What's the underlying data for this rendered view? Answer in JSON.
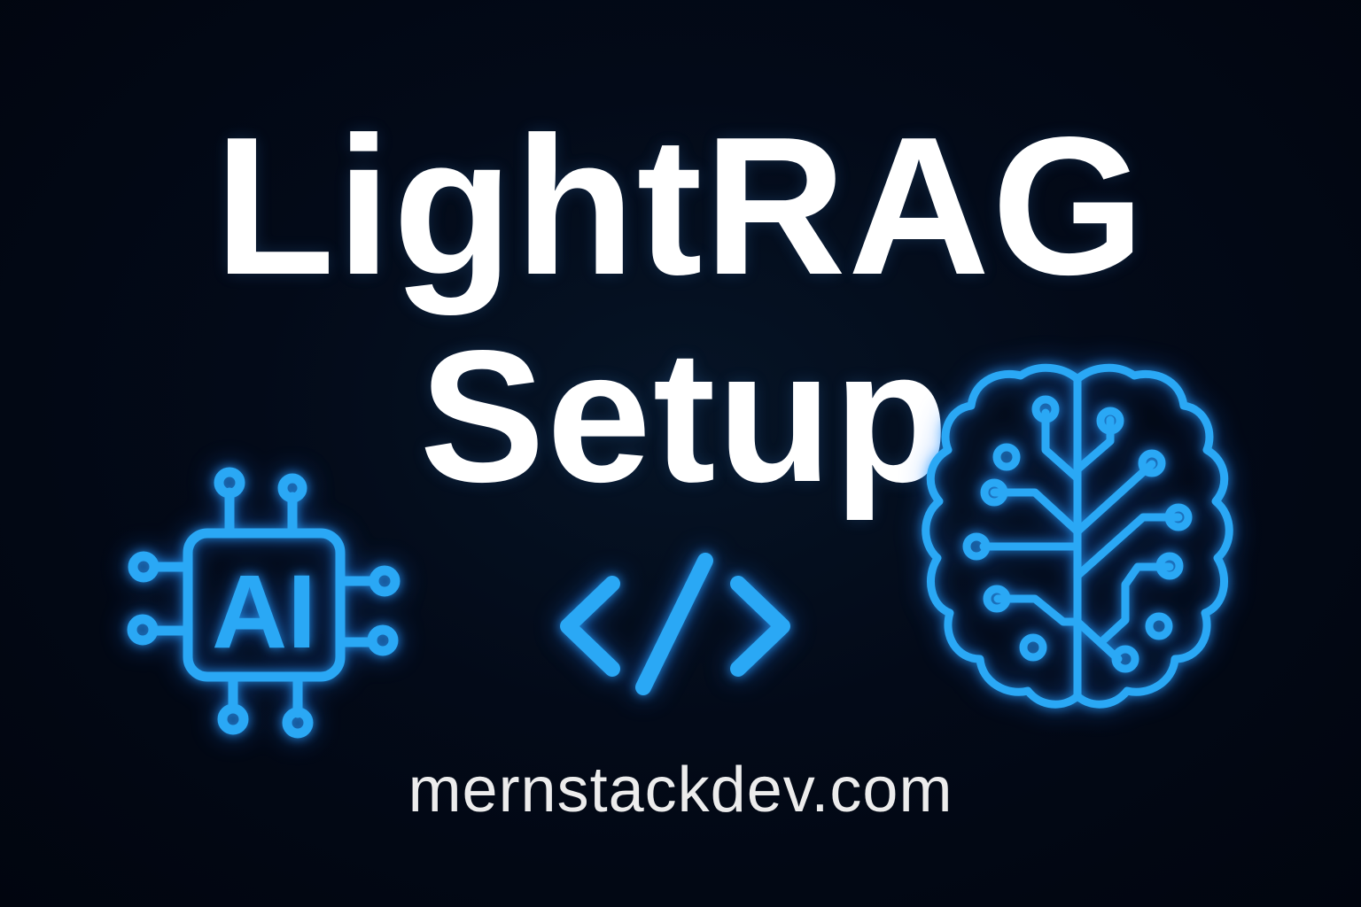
{
  "title": {
    "line1": "LightRAG",
    "line2": "Setup"
  },
  "footer": {
    "url": "mernstackdev.com"
  },
  "icons": {
    "chip": {
      "name": "ai-chip-icon",
      "label": "AI"
    },
    "code": {
      "name": "code-brackets-icon"
    },
    "brain": {
      "name": "circuit-brain-icon"
    }
  },
  "colors": {
    "background": "#020816",
    "accent": "#2aa8f5",
    "title": "#ffffff",
    "url": "#ececec"
  }
}
